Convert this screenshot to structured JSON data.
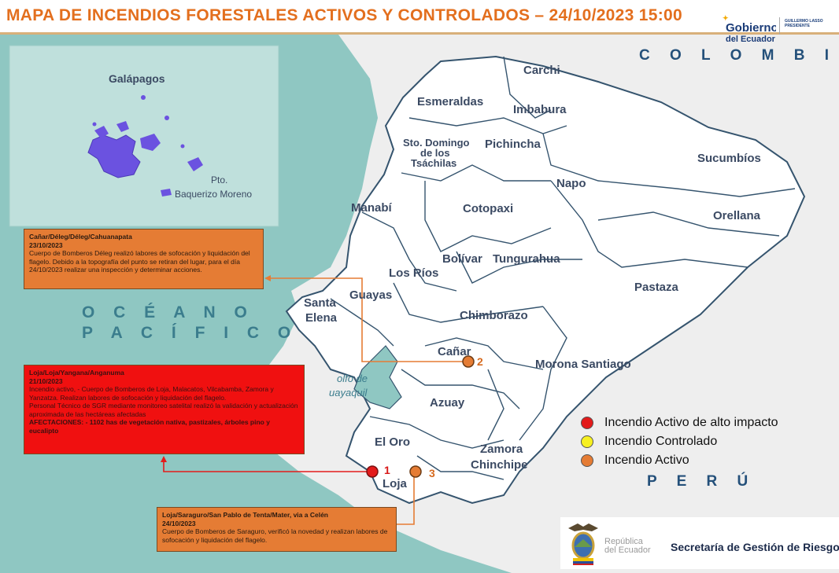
{
  "header": {
    "title": "MAPA DE INCENDIOS FORESTALES ACTIVOS Y CONTROLADOS – 24/10/2023   15:00",
    "logo_gobierno_line1": "Gobierno",
    "logo_gobierno_line2": "del Ecuador",
    "logo_sub_line1": "GUILLERMO LASSO",
    "logo_sub_line2": "PRESIDENTE"
  },
  "map": {
    "country_labels": {
      "colombia": "C O L O M B I A",
      "peru": "P E R Ú"
    },
    "ocean_label": {
      "line1": "O C É A N O",
      "line2": "P A C Í F I C O"
    },
    "gulf_label": {
      "line1": "olfo de",
      "line2": "uayaquil"
    },
    "galapagos": {
      "title": "Galápagos",
      "port_line1": "Pto.",
      "port_line2": "Baquerizo Moreno"
    },
    "provinces": {
      "carchi": "Carchi",
      "esmeraldas": "Esmeraldas",
      "imbabura": "Imbabura",
      "sto_domingo_1": "Sto. Domingo",
      "sto_domingo_2": "de los",
      "sto_domingo_3": "Tsáchilas",
      "pichincha": "Pichincha",
      "sucumbios": "Sucumbíos",
      "napo": "Napo",
      "orellana": "Orellana",
      "manabi": "Manabí",
      "cotopaxi": "Cotopaxi",
      "bolivar": "Bolívar",
      "tungurahua": "Tungurahua",
      "los_rios": "Los Ríos",
      "pastaza": "Pastaza",
      "santa_elena_1": "Santa",
      "santa_elena_2": "Elena",
      "guayas": "Guayas",
      "chimborazo": "Chimborazo",
      "canar": "Cañar",
      "morona": "Morona Santiago",
      "azuay": "Azuay",
      "el_oro": "El Oro",
      "zamora_1": "Zamora",
      "zamora_2": "Chinchipe",
      "loja": "Loja"
    },
    "markers": [
      {
        "label": "1",
        "type": "Incendio Activo de alto impacto",
        "color": "#e31b1b",
        "label_color": "#d81818"
      },
      {
        "label": "2",
        "type": "Incendio Activo",
        "color": "#e57c34",
        "label_color": "#d66a1e"
      },
      {
        "label": "3",
        "type": "Incendio Activo",
        "color": "#e57c34",
        "label_color": "#d66a1e"
      }
    ]
  },
  "incidents": [
    {
      "title": "Cañar/Déleg/Déleg/Cahuanapata",
      "date": "23/10/2023",
      "body": "Cuerpo de Bomberos Déleg realizó labores de sofocación y liquidación del flagelo. Debido a la topografía del punto se retiran del lugar, para el día 24/10/2023 realizar una inspección y determinar acciones."
    },
    {
      "title": "Loja/Loja/Yangana/Anganuma",
      "date": "21/10/2023",
      "body1": "Incendio activo, - Cuerpo de Bomberos de Loja, Malacatos, Vilcabamba, Zamora y Yanzatza. Realizan labores de sofocación y liquidación del flagelo.",
      "body2": "Personal Técnico de SGR mediante monitoreo satelital realizó la validación y actualización aproximada de las hectáreas afectadas",
      "afectaciones": "AFECTACIONES: - 1102 has de vegetación nativa, pastizales, árboles pino y eucalipto"
    },
    {
      "title": "Loja/Saraguro/San Pablo de Tenta/Mater, via a Celén",
      "date": "24/10/2023",
      "body": "Cuerpo de Bomberos de Saraguro, verificó la novedad y realizan labores de sofocación y liquidación del flagelo."
    }
  ],
  "legend": [
    {
      "label": "Incendio Activo de alto impacto",
      "color": "#e31b1b"
    },
    {
      "label": "Incendio Controlado",
      "color": "#f7f020"
    },
    {
      "label": "Incendio Activo",
      "color": "#e57c34"
    }
  ],
  "footer": {
    "republica_line1": "República",
    "republica_line2": "del Ecuador",
    "secretaria": "Secretaría de Gestión de Riesgos"
  }
}
